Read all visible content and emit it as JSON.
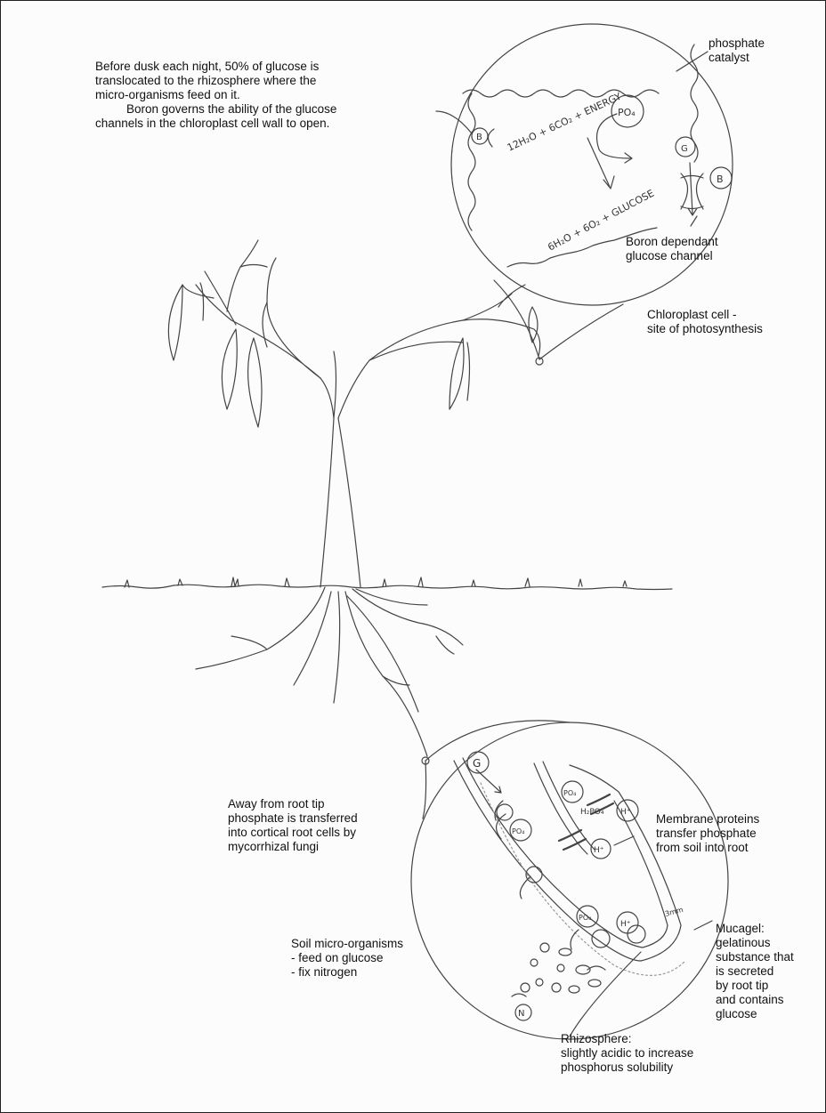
{
  "annotations": {
    "intro_line1": "Before dusk each night, 50% of glucose is\ntranslocated to the rhizosphere where the\nmicro-organisms feed on it.",
    "intro_line2": "Boron governs the ability of the glucose\nchannels in the chloroplast cell wall to open.",
    "phosphate_catalyst": "phosphate\ncatalyst",
    "boron_channel": "Boron dependant\nglucose channel",
    "chloroplast_cell": "Chloroplast cell -\nsite of photosynthesis",
    "away_from_root_tip": "Away from root tip\nphosphate is transferred\ninto cortical root cells by\nmycorrhizal fungi",
    "membrane_proteins": "Membrane proteins\ntransfer phosphate\nfrom soil into root",
    "soil_microorganisms": "Soil micro-organisms\n- feed on glucose\n- fix nitrogen",
    "mucagel": "Mucagel:\ngelatinous\nsubstance that\nis secreted\nby root tip\nand contains\nglucose",
    "rhizosphere": "Rhizosphere:\nslightly acidic to increase\nphosphorus solubility"
  },
  "sketch_labels": {
    "reaction_top": "12H₂O + 6CO₂ + ENERGY",
    "reaction_bottom": "6H₂O + 6O₂ + GLUCOSE",
    "po4": "PO₄",
    "boron": "B",
    "glucose": "G",
    "h2po4": "H₂PO₄",
    "hplus": "H⁺",
    "nitrogen": "N",
    "mm": "3mm"
  }
}
